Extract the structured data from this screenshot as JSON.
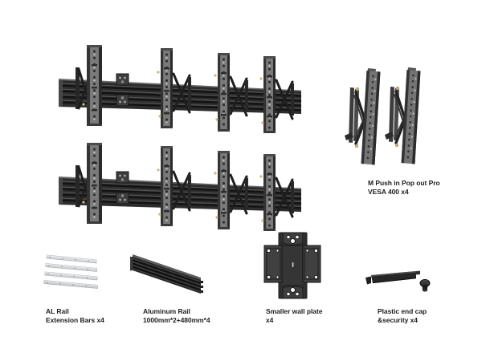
{
  "labels": {
    "popout": {
      "line1": "M Push in Pop out Pro",
      "line2": "VESA 400 x4"
    },
    "extension_bars": {
      "line1": "AL Rail",
      "line2": "Extension Bars x4"
    },
    "aluminum_rail": {
      "line1": "Aluminum Rail",
      "line2": "1000mm*2+480mm*4"
    },
    "wall_plate": {
      "line1": "Smaller wall plate",
      "line2": "x4"
    },
    "end_cap": {
      "line1": "Plastic end cap",
      "line2": "&security x4"
    }
  },
  "colors": {
    "background": "#ffffff",
    "label_text": "#1d1d1b",
    "rail_dark": "#2d2d2d",
    "bracket_gray": "#757575",
    "silver_bar": "#d7d9db",
    "screw_beige": "#cdb584"
  }
}
